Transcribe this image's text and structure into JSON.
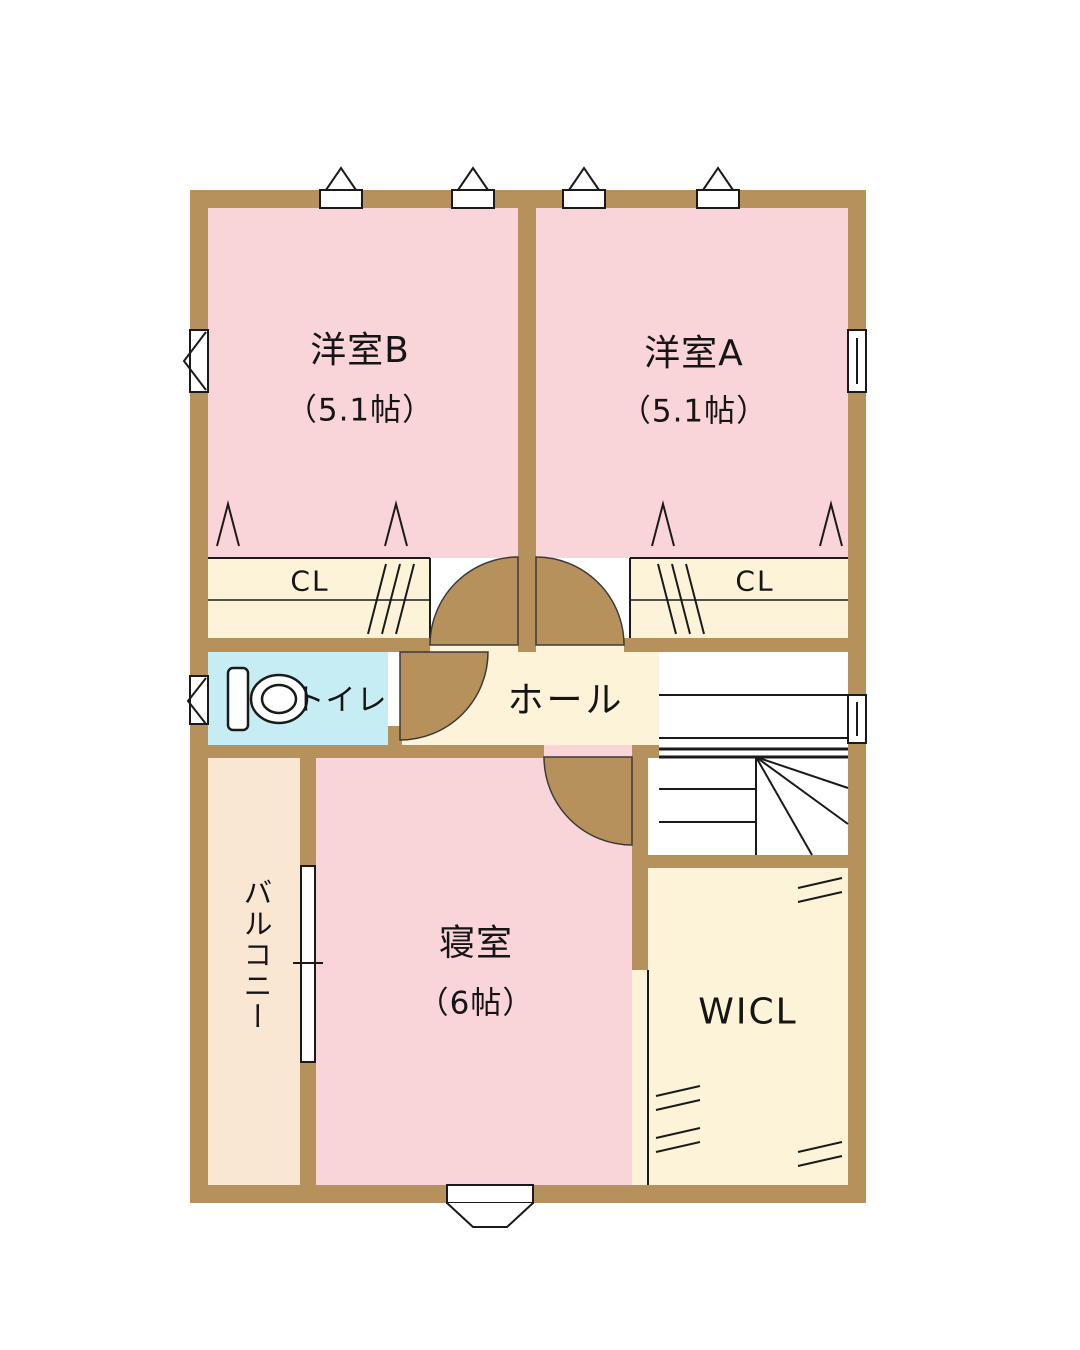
{
  "colors": {
    "wall": "#b7915c",
    "room_pink": "#f9d4d8",
    "cream": "#fcf3d8",
    "toilet_blue": "#c6edf4",
    "balcony": "#fae7d3",
    "white": "#ffffff",
    "line": "#1a1a1a"
  },
  "labels": {
    "room_b_name": "洋室B",
    "room_b_size": "（5.1帖）",
    "room_a_name": "洋室A",
    "room_a_size": "（5.1帖）",
    "cl_left": "CL",
    "cl_right": "CL",
    "toilet": "トイレ",
    "hall": "ホール",
    "bedroom_name": "寝室",
    "bedroom_size": "（6帖）",
    "wicl": "WICL",
    "balcony": "バルコニー"
  }
}
